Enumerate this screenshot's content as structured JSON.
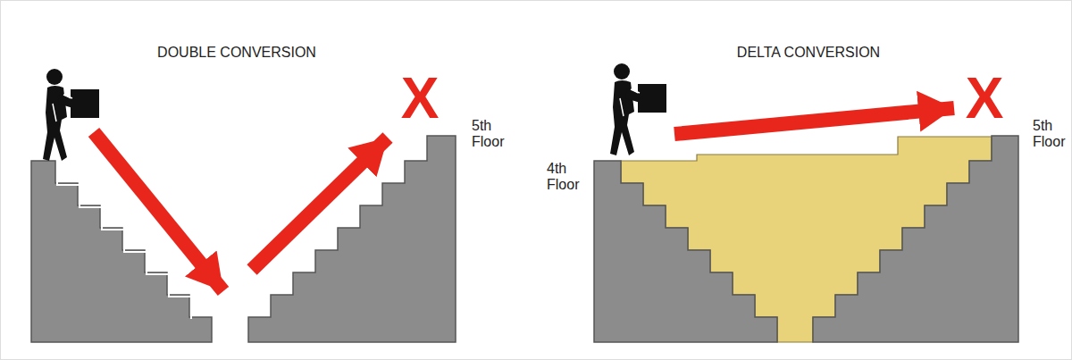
{
  "diagram": {
    "labels": [
      "DOUBLE CONVERSION",
      "X",
      "5th Floor",
      "DELTA CONVERSION",
      "4th Floor",
      "X",
      "5th Floor"
    ]
  }
}
